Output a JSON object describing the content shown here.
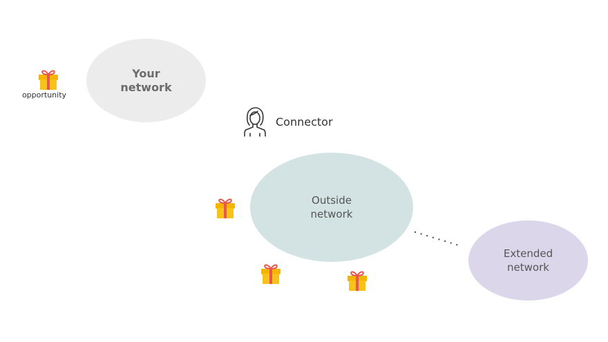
{
  "nodes": {
    "your_network": {
      "label": "Your\nnetwork"
    },
    "outside_network": {
      "label": "Outside\nnetwork"
    },
    "extended_network": {
      "label": "Extended\nnetwork"
    }
  },
  "opportunity": {
    "label": "opportunity"
  },
  "connector": {
    "label": "Connector"
  },
  "icons": {
    "gift": "gift-icon",
    "connector": "person-icon"
  },
  "colors": {
    "your_network": "#ececec",
    "outside_network": "#d3e2e2",
    "extended_network": "#dcd6ea",
    "gift_box": "#f7c31b",
    "gift_ribbon": "#e8574f"
  }
}
